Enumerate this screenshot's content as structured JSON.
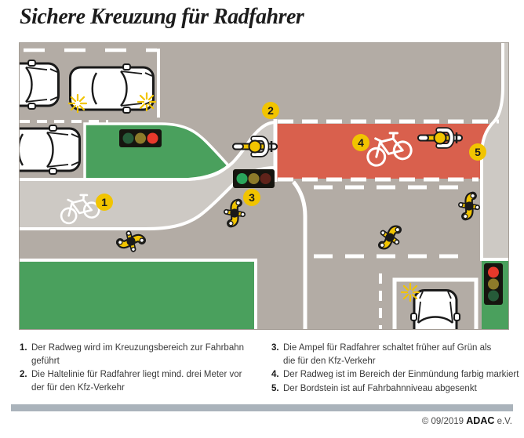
{
  "title": "Sichere Kreuzung für Radfahrer",
  "diagram": {
    "markers": [
      {
        "number": "1"
      },
      {
        "number": "2"
      },
      {
        "number": "3"
      },
      {
        "number": "4"
      },
      {
        "number": "5"
      }
    ],
    "traffic_lights": {
      "cars_main_road": {
        "orientation": "horizontal",
        "state": "red"
      },
      "cyclists": {
        "orientation": "horizontal",
        "state": "green"
      },
      "side_street": {
        "orientation": "vertical",
        "state": "red"
      }
    }
  },
  "legend": {
    "left": [
      {
        "number": "1.",
        "text": "Der Radweg wird im Kreuzungsbereich zur Fahrbahn geführt"
      },
      {
        "number": "2.",
        "text": "Die Haltelinie für Radfahrer liegt mind. drei Meter vor\nder für den Kfz-Verkehr"
      }
    ],
    "right": [
      {
        "number": "3.",
        "text": "Die Ampel für Radfahrer schaltet früher auf Grün als\ndie für den Kfz-Verkehr"
      },
      {
        "number": "4.",
        "text": "Der Radweg ist im Bereich der Einmündung farbig markiert"
      },
      {
        "number": "5.",
        "text": "Der Bordstein ist auf Fahrbahnniveau abgesenkt"
      }
    ]
  },
  "footer": {
    "copyright": "© 09/2019",
    "brand": "ADAC",
    "suffix": "e.V."
  },
  "colors": {
    "road": "#b3aca5",
    "cycle_path": "#cdc9c4",
    "grass_green": "#4aa05d",
    "red_lane": "#d9604d",
    "adac_yellow": "#f1c400",
    "light_red_on": "#e8392b",
    "light_green_on": "#2aa55c",
    "light_green_off": "#265b39",
    "light_yellow_off": "#8d7b2a",
    "light_red_off": "#5f231a",
    "footer_bar": "#aab3bb"
  }
}
